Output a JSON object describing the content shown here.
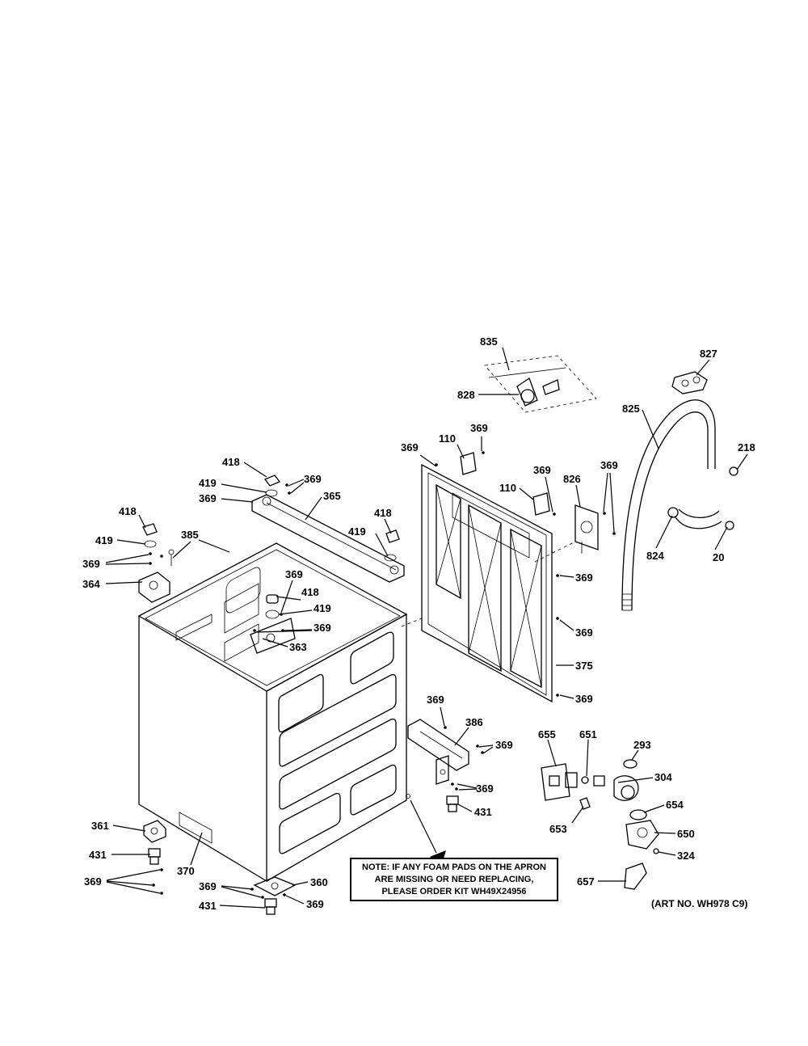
{
  "labels": {
    "l835": "835",
    "l828": "828",
    "l827": "827",
    "l825": "825",
    "l218": "218",
    "l369a": "369",
    "l110a": "110",
    "l369b": "369",
    "l369c": "369",
    "l110b": "110",
    "l826": "826",
    "l369d": "369",
    "l824": "824",
    "l20": "20",
    "l418a": "418",
    "l369e": "369",
    "l419a": "419",
    "l369f": "369",
    "l365": "365",
    "l418b": "418",
    "l419b": "419",
    "l369g": "369",
    "l364": "364",
    "l385": "385",
    "l418c": "418",
    "l419c": "419",
    "l369h": "369",
    "l418d": "418",
    "l419d": "419",
    "l369i": "369",
    "l363": "363",
    "l369j": "369",
    "l369k": "369",
    "l375": "375",
    "l369l": "369",
    "l369m": "369",
    "l386": "386",
    "l369n": "369",
    "l369o": "369",
    "l431a": "431",
    "l655": "655",
    "l651": "651",
    "l293": "293",
    "l304": "304",
    "l654": "654",
    "l653": "653",
    "l650": "650",
    "l324": "324",
    "l657": "657",
    "l361": "361",
    "l431b": "431",
    "l369p": "369",
    "l370": "370",
    "l369q": "369",
    "l360": "360",
    "l431c": "431",
    "l369r": "369"
  },
  "note": {
    "line1": "NOTE: IF ANY FOAM PADS ON THE APRON",
    "line2": "ARE MISSING OR NEED REPLACING,",
    "line3": "PLEASE ORDER KIT WH49X24956"
  },
  "art_no": "(ART NO. WH978 C9)"
}
